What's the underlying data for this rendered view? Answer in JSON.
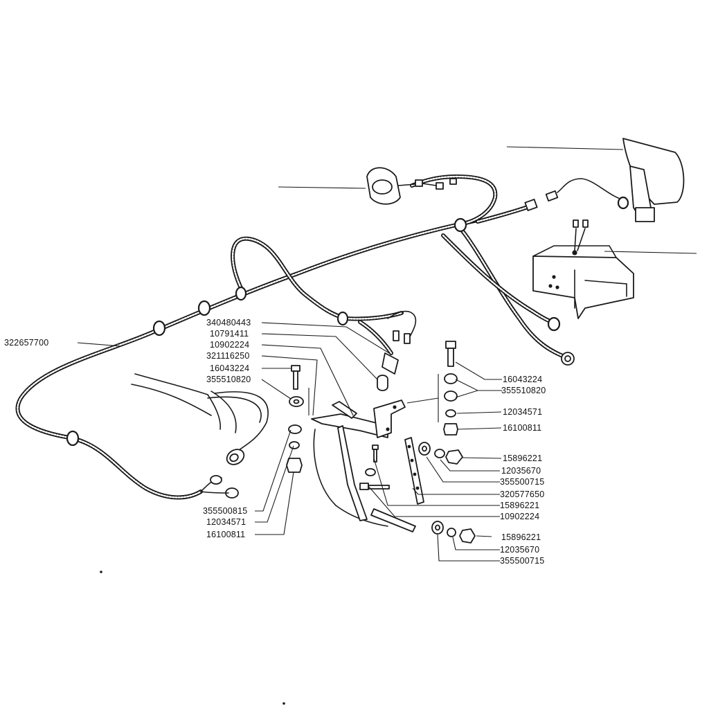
{
  "labels": {
    "harness": "322657700",
    "l_340480443": "340480443",
    "l_10791411": "10791411",
    "l_10902224_a": "10902224",
    "l_321116250": "321116250",
    "l_16043224_a": "16043224",
    "l_355510820_a": "355510820",
    "l_355500815": "355500815",
    "l_12034571_a": "12034571",
    "l_16100811_a": "16100811",
    "l_16043224_b": "16043224",
    "l_355510820_b": "355510820",
    "l_12034571_b": "12034571",
    "l_16100811_b": "16100811",
    "l_15896221_a": "15896221",
    "l_12035670_a": "12035670",
    "l_355500715_a": "355500715",
    "l_320577650": "320577650",
    "l_15896221_b": "15896221",
    "l_10902224_b": "10902224",
    "l_15896221_c": "15896221",
    "l_12035670_b": "12035670",
    "l_355500715_b": "355500715"
  }
}
